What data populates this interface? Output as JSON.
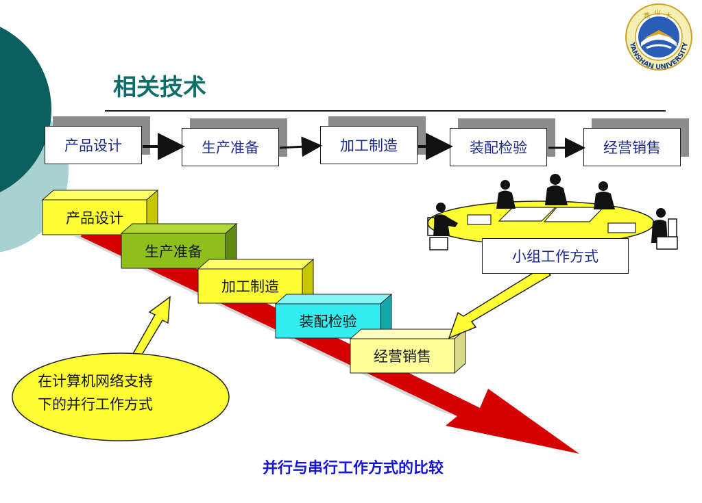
{
  "title": "相关技术",
  "serial_flow": {
    "steps": [
      {
        "label": "产品设计"
      },
      {
        "label": "生产准备"
      },
      {
        "label": "加工制造"
      },
      {
        "label": "装配检验"
      },
      {
        "label": "经营销售"
      }
    ]
  },
  "parallel_steps": [
    {
      "label": "产品设计",
      "color": "#ffff33"
    },
    {
      "label": "生产准备",
      "color": "#8fbf1a"
    },
    {
      "label": "加工制造",
      "color": "#ffff33"
    },
    {
      "label": "装配检验",
      "color": "#33eeee"
    },
    {
      "label": "经营销售",
      "color": "#ffff99"
    }
  ],
  "team_label": "小组工作方式",
  "bubble": {
    "line1": "在计算机网络支持",
    "line2": "下的并行工作方式"
  },
  "caption": "并行与串行工作方式的比较",
  "logo": {
    "name": "YANSHAN UNIVERSITY"
  },
  "colors": {
    "title": "#0e6e6a",
    "teal_dark": "#0c5f5f",
    "teal_light": "#a8d2d2",
    "arrow_red": "#d40000",
    "yellow": "#ffff33",
    "flow_text": "#1c2a8a",
    "caption": "#1414d8"
  }
}
